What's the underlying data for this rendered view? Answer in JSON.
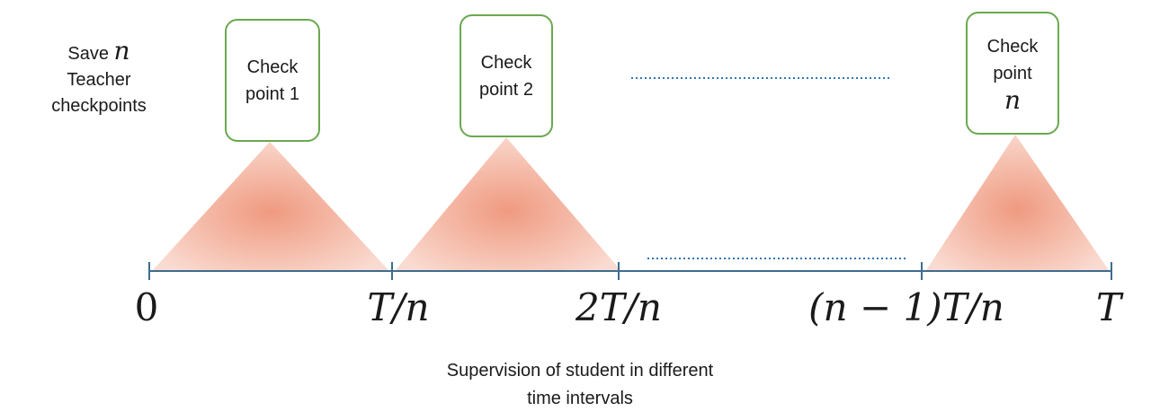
{
  "side_label": {
    "line1": "Save",
    "var": "n",
    "line2": "Teacher",
    "line3": "checkpoints"
  },
  "checkpoints": [
    {
      "line1": "Check",
      "line2": "point 1",
      "var": ""
    },
    {
      "line1": "Check",
      "line2": "point 2",
      "var": ""
    },
    {
      "line1": "Check",
      "line2": "point",
      "var": "n"
    }
  ],
  "axis_ticks": [
    "0",
    "T/n",
    "2T/n",
    "(n − 1)T/n",
    "T"
  ],
  "caption": {
    "line1": "Supervision of student in different",
    "line2": "time intervals"
  },
  "colors": {
    "axis": "#3d6d8f",
    "box_border": "#6aa84f",
    "triangle_center": "#ef9a80",
    "triangle_edge": "#f9d6cb",
    "dots": "#2e75b6"
  }
}
